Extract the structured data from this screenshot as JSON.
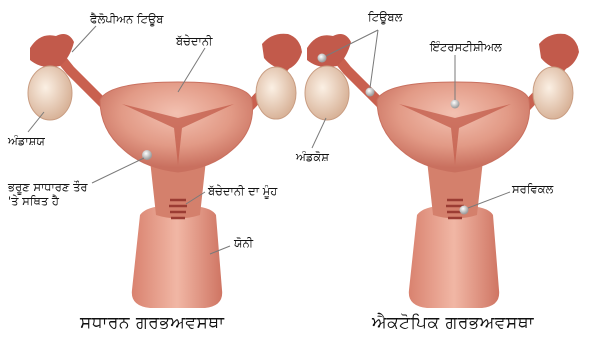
{
  "left_panel": {
    "caption": "ਸਧਾਰਨ ਗਰਭਅਵਸਥਾ",
    "labels": {
      "fallopian_tube": "ਫੈਲੋਪੀਅਨ ਟਿਊਬ",
      "uterus": "ਬੱਚੇਦਾਨੀ",
      "ovary": "ਅੰਡਾਸ਼ਯ",
      "embryo": "ਭਰੂਣ ਸਾਧਾਰਣ ਤੌਰ 'ਤੇ ਸਥਿਤ ਹੈ",
      "cervix": "ਬੱਚੇਦਾਨੀ ਦਾ ਮੂੰਹ",
      "vagina": "ਯੋਨੀ"
    }
  },
  "right_panel": {
    "caption": "ਐਕਟੋਪਿਕ ਗਰਭਅਵਸਥਾ",
    "labels": {
      "tubal": "ਟਿਊਬਲ",
      "interstitial": "ਇੰਟਰਸਟੀਸ਼ੀਅਲ",
      "ovary": "ਅੰਡਕੋਸ਼",
      "cervical": "ਸਰਵਿਕਲ"
    }
  },
  "colors": {
    "tissue_light": "#e8a492",
    "tissue_mid": "#d9826f",
    "tissue_dark": "#b9574a",
    "ovary": "#f1dcc8",
    "leader": "#7a7a7a"
  }
}
